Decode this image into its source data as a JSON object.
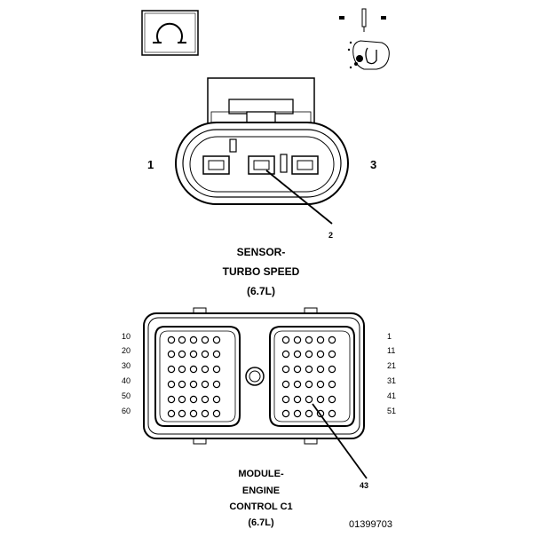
{
  "sensor_connector": {
    "pin_left": "1",
    "pin_center": "2",
    "pin_right": "3",
    "title_lines": [
      "SENSOR-",
      "TURBO SPEED",
      "(6.7L)"
    ]
  },
  "ecm_connector": {
    "left_row_labels": [
      "10",
      "20",
      "30",
      "40",
      "50",
      "60"
    ],
    "right_row_labels": [
      "1",
      "11",
      "21",
      "31",
      "41",
      "51"
    ],
    "callout_pin": "43",
    "title_lines": [
      "MODULE-",
      "ENGINE",
      "CONTROL C1",
      "(6.7L)"
    ]
  },
  "icons": {
    "terminal_symbol": "omega-terminal-icon",
    "probe_symbol": "probe-tip-icon"
  },
  "figure_number": "01399703"
}
